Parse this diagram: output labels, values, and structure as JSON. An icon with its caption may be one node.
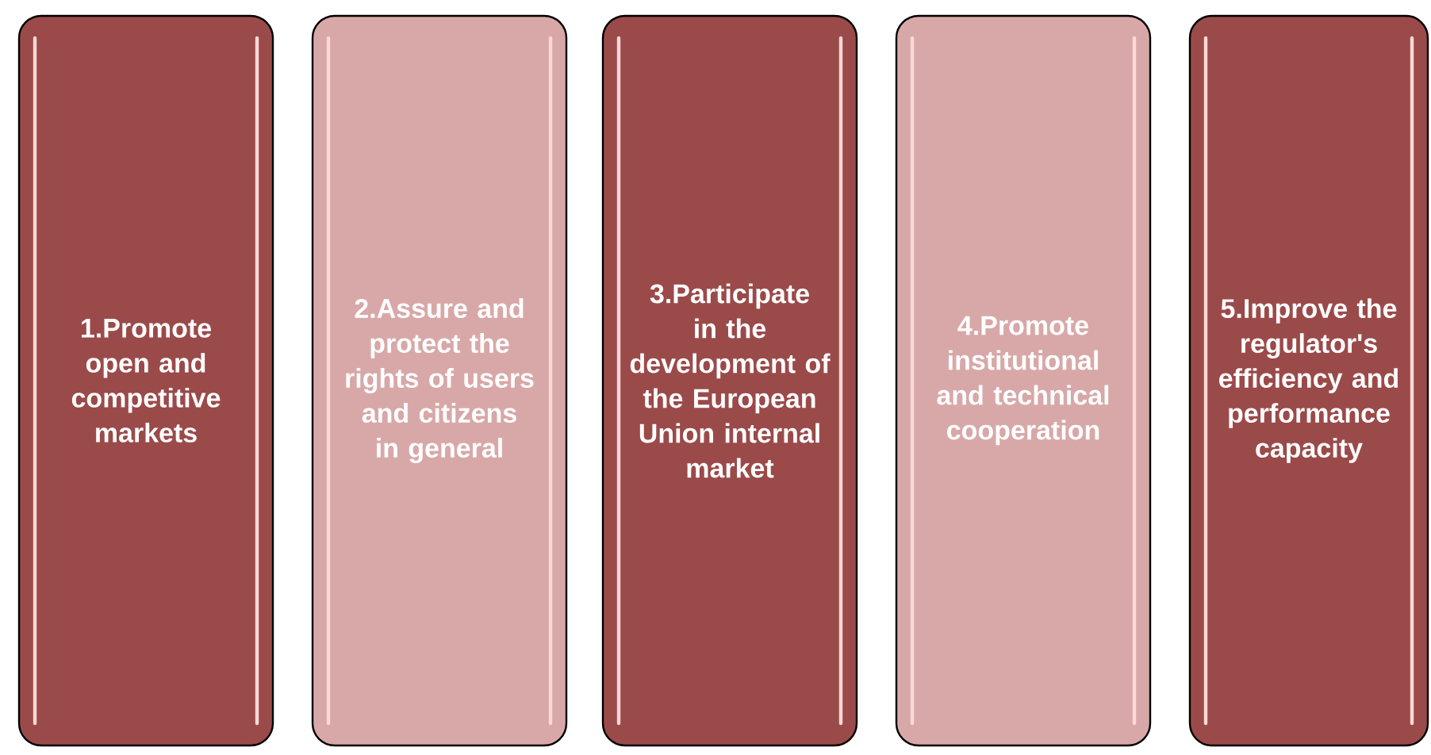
{
  "diagram": {
    "nodes": [
      {
        "text": [
          "1.Promote open and competitive markets"
        ]
      },
      {
        "text": [
          "2.Assure and protect the rights of users and citizens in general"
        ]
      },
      {
        "text": [
          "3.Participate in the development of the European Union internal market"
        ]
      },
      {
        "text": [
          "4.Promote institutional and technical cooperation"
        ]
      },
      {
        "text": [
          "5.Improve the regulator's efficiency and performance capacity"
        ]
      }
    ]
  }
}
